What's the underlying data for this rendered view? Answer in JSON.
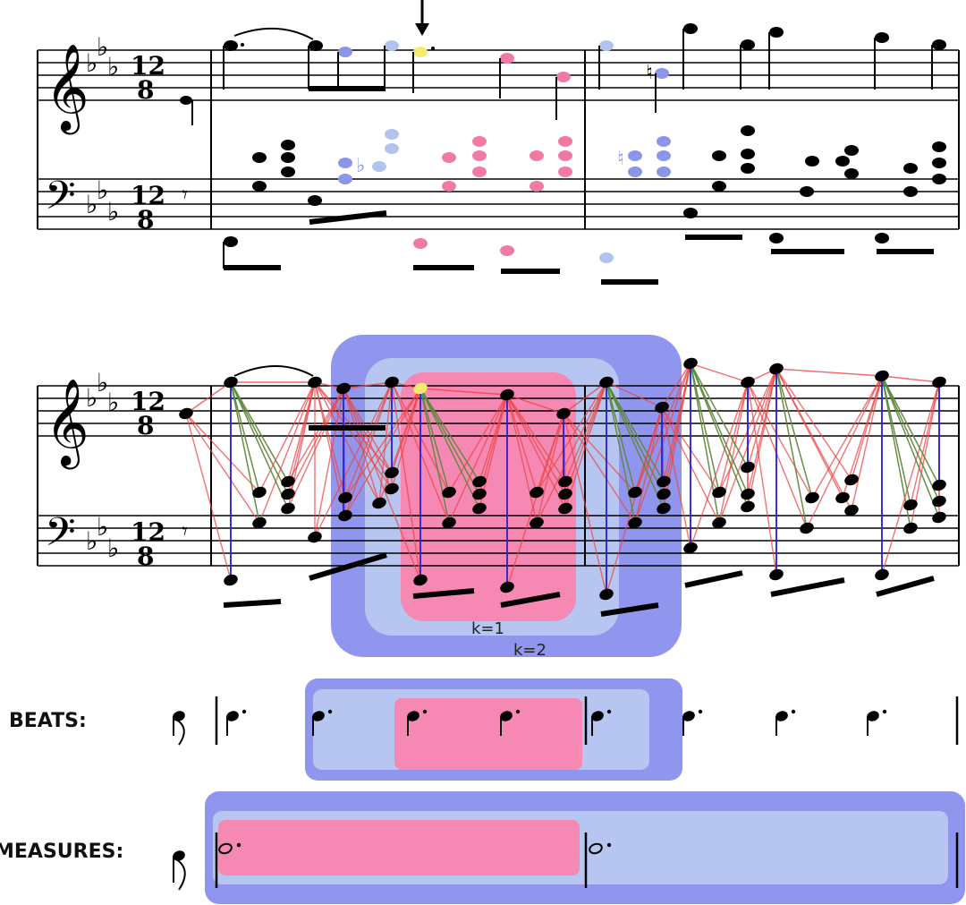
{
  "labels": {
    "beats": "BEATS:",
    "measures": "MEASURES:",
    "k1": "k=1",
    "k2": "k=2"
  },
  "notation": {
    "time_signature_top": "12",
    "time_signature_bottom": "8",
    "flat_symbol": "♭",
    "natural_symbol": "♮"
  },
  "colors": {
    "context_k2": "#9096ee",
    "context_k1": "#b6c6f0",
    "context_k0": "#f688b4",
    "target_note": "#f4ec70",
    "note_k2": "#8c96e8",
    "note_k1": "#b2c4ee",
    "note_k0": "#f07aa6",
    "edge_red": "#ee4444",
    "edge_green": "#3b9a3b",
    "edge_blue": "#2222dd"
  }
}
